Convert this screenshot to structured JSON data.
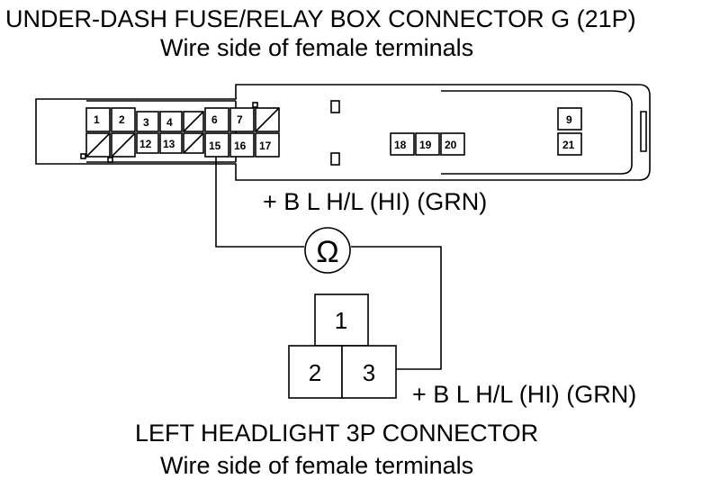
{
  "title_top": "UNDER-DASH FUSE/RELAY BOX CONNECTOR G (21P)",
  "subtitle_top": "Wire side of female terminals",
  "connector_g": {
    "pins": {
      "p1": "1",
      "p2": "2",
      "p3": "3",
      "p4": "4",
      "p6": "6",
      "p7": "7",
      "p9": "9",
      "p12": "12",
      "p13": "13",
      "p15": "15",
      "p16": "16",
      "p17": "17",
      "p18": "18",
      "p19": "19",
      "p20": "20",
      "p21": "21"
    }
  },
  "wire_label_upper": "+ B L H/L (HI) (GRN)",
  "wire_label_lower": "+ B L H/L (HI) (GRN)",
  "meter_symbol": "Ω",
  "headlight_connector": {
    "pins": {
      "p1": "1",
      "p2": "2",
      "p3": "3"
    }
  },
  "title_bottom": "LEFT HEADLIGHT 3P CONNECTOR",
  "subtitle_bottom": "Wire side of female terminals",
  "colors": {
    "line": "#000000",
    "background": "#ffffff"
  }
}
